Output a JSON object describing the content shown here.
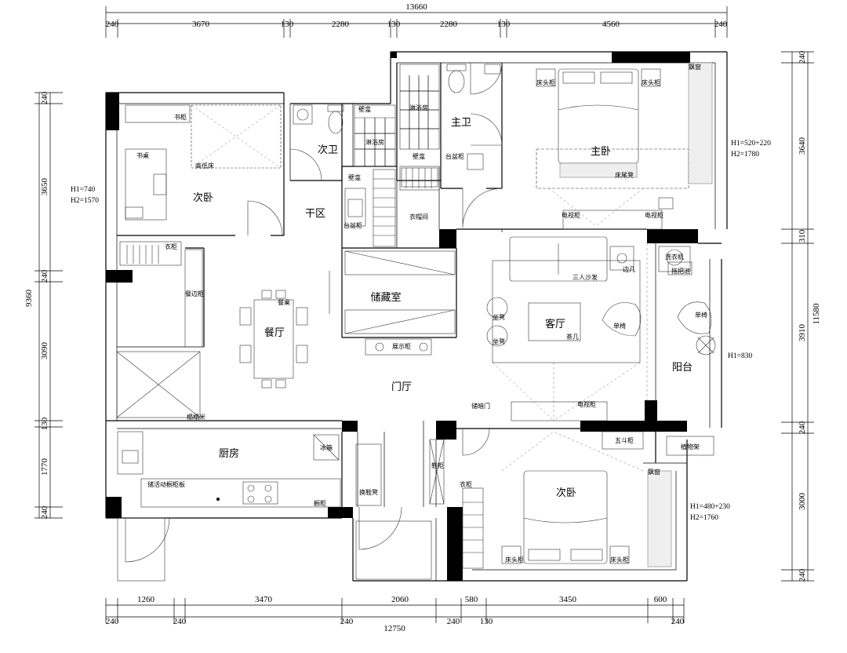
{
  "dimensions": {
    "top": {
      "overall": "13660",
      "segments": [
        "240",
        "3670",
        "130",
        "2280",
        "130",
        "2280",
        "130",
        "4560",
        "240"
      ]
    },
    "bottom": {
      "overall": "12750",
      "upper": [
        "1260",
        "3470",
        "2060",
        "580",
        "3450",
        "600"
      ],
      "lower": [
        "240",
        "240",
        "240",
        "240",
        "130",
        "240"
      ]
    },
    "left": {
      "overall": "9360",
      "segments": [
        "240",
        "3650",
        "240",
        "3090",
        "130",
        "1770",
        "240"
      ]
    },
    "right": {
      "overall": "11580",
      "segments": [
        "240",
        "3640",
        "310",
        "3910",
        "240",
        "3000",
        "240"
      ]
    }
  },
  "rooms": {
    "second_bedroom_top": "次卧",
    "second_bath": "次卫",
    "master_bath": "主卫",
    "master_bedroom": "主卧",
    "dry_area": "干区",
    "storage": "储藏室",
    "dining": "餐厅",
    "living": "客厅",
    "balcony": "阳台",
    "foyer": "门厅",
    "kitchen": "厨房",
    "second_bedroom_bottom": "次卧"
  },
  "labels": {
    "bookshelf": "书柜",
    "desk": "书桌",
    "loft_bed": "高低床",
    "wardrobe_left": "衣柜",
    "niche_1": "壁龛",
    "shower_1": "淋浴房",
    "niche_2": "壁龛",
    "niche_3": "壁龛",
    "shower_2": "淋浴房",
    "niche_4": "壁龛",
    "basin_1": "台盆柜",
    "basin_2": "台盆柜",
    "bedside_1": "床头柜",
    "bedside_2": "床头柜",
    "bay_window_1": "飘窗",
    "bed_bench": "床尾凳",
    "tv_cabinet_1": "电视柜",
    "tv_cabinet_2": "电视柜",
    "cloakroom": "衣帽间",
    "sideboard": "餐边柜",
    "dining_table": "餐桌",
    "display_cabinet": "展示柜",
    "sofa": "三人沙发",
    "side_table": "边几",
    "stool_1": "坐凳",
    "stool_2": "坐凳",
    "tea_table": "茶几",
    "armchair_1": "单椅",
    "washer": "洗衣机",
    "mop_pool": "拖把池",
    "armchair_2": "单椅",
    "hidden_door": "储暗门",
    "tv_cabinet_3": "电视柜",
    "tatami": "榻榻米",
    "fridge": "冰箱",
    "drawers": "五斗柜",
    "plant_shelf": "植物架",
    "movable_cabinet": "储活动橱柜板",
    "cabinet": "橱柜",
    "shoe_bench": "换鞋凳",
    "shoe_cabinet": "鞋柜",
    "wardrobe_right": "衣柜",
    "bay_window_2": "飘窗",
    "bedside_3": "床头柜",
    "bedside_4": "床头柜"
  },
  "notes": {
    "left_h1": "H1=740",
    "left_h2": "H2=1570",
    "right_top_h1": "H1=520+220",
    "right_top_h2": "H2=1780",
    "right_mid_h1": "H1=830",
    "right_bot_h1": "H1=480+230",
    "right_bot_h2": "H2=1760"
  }
}
